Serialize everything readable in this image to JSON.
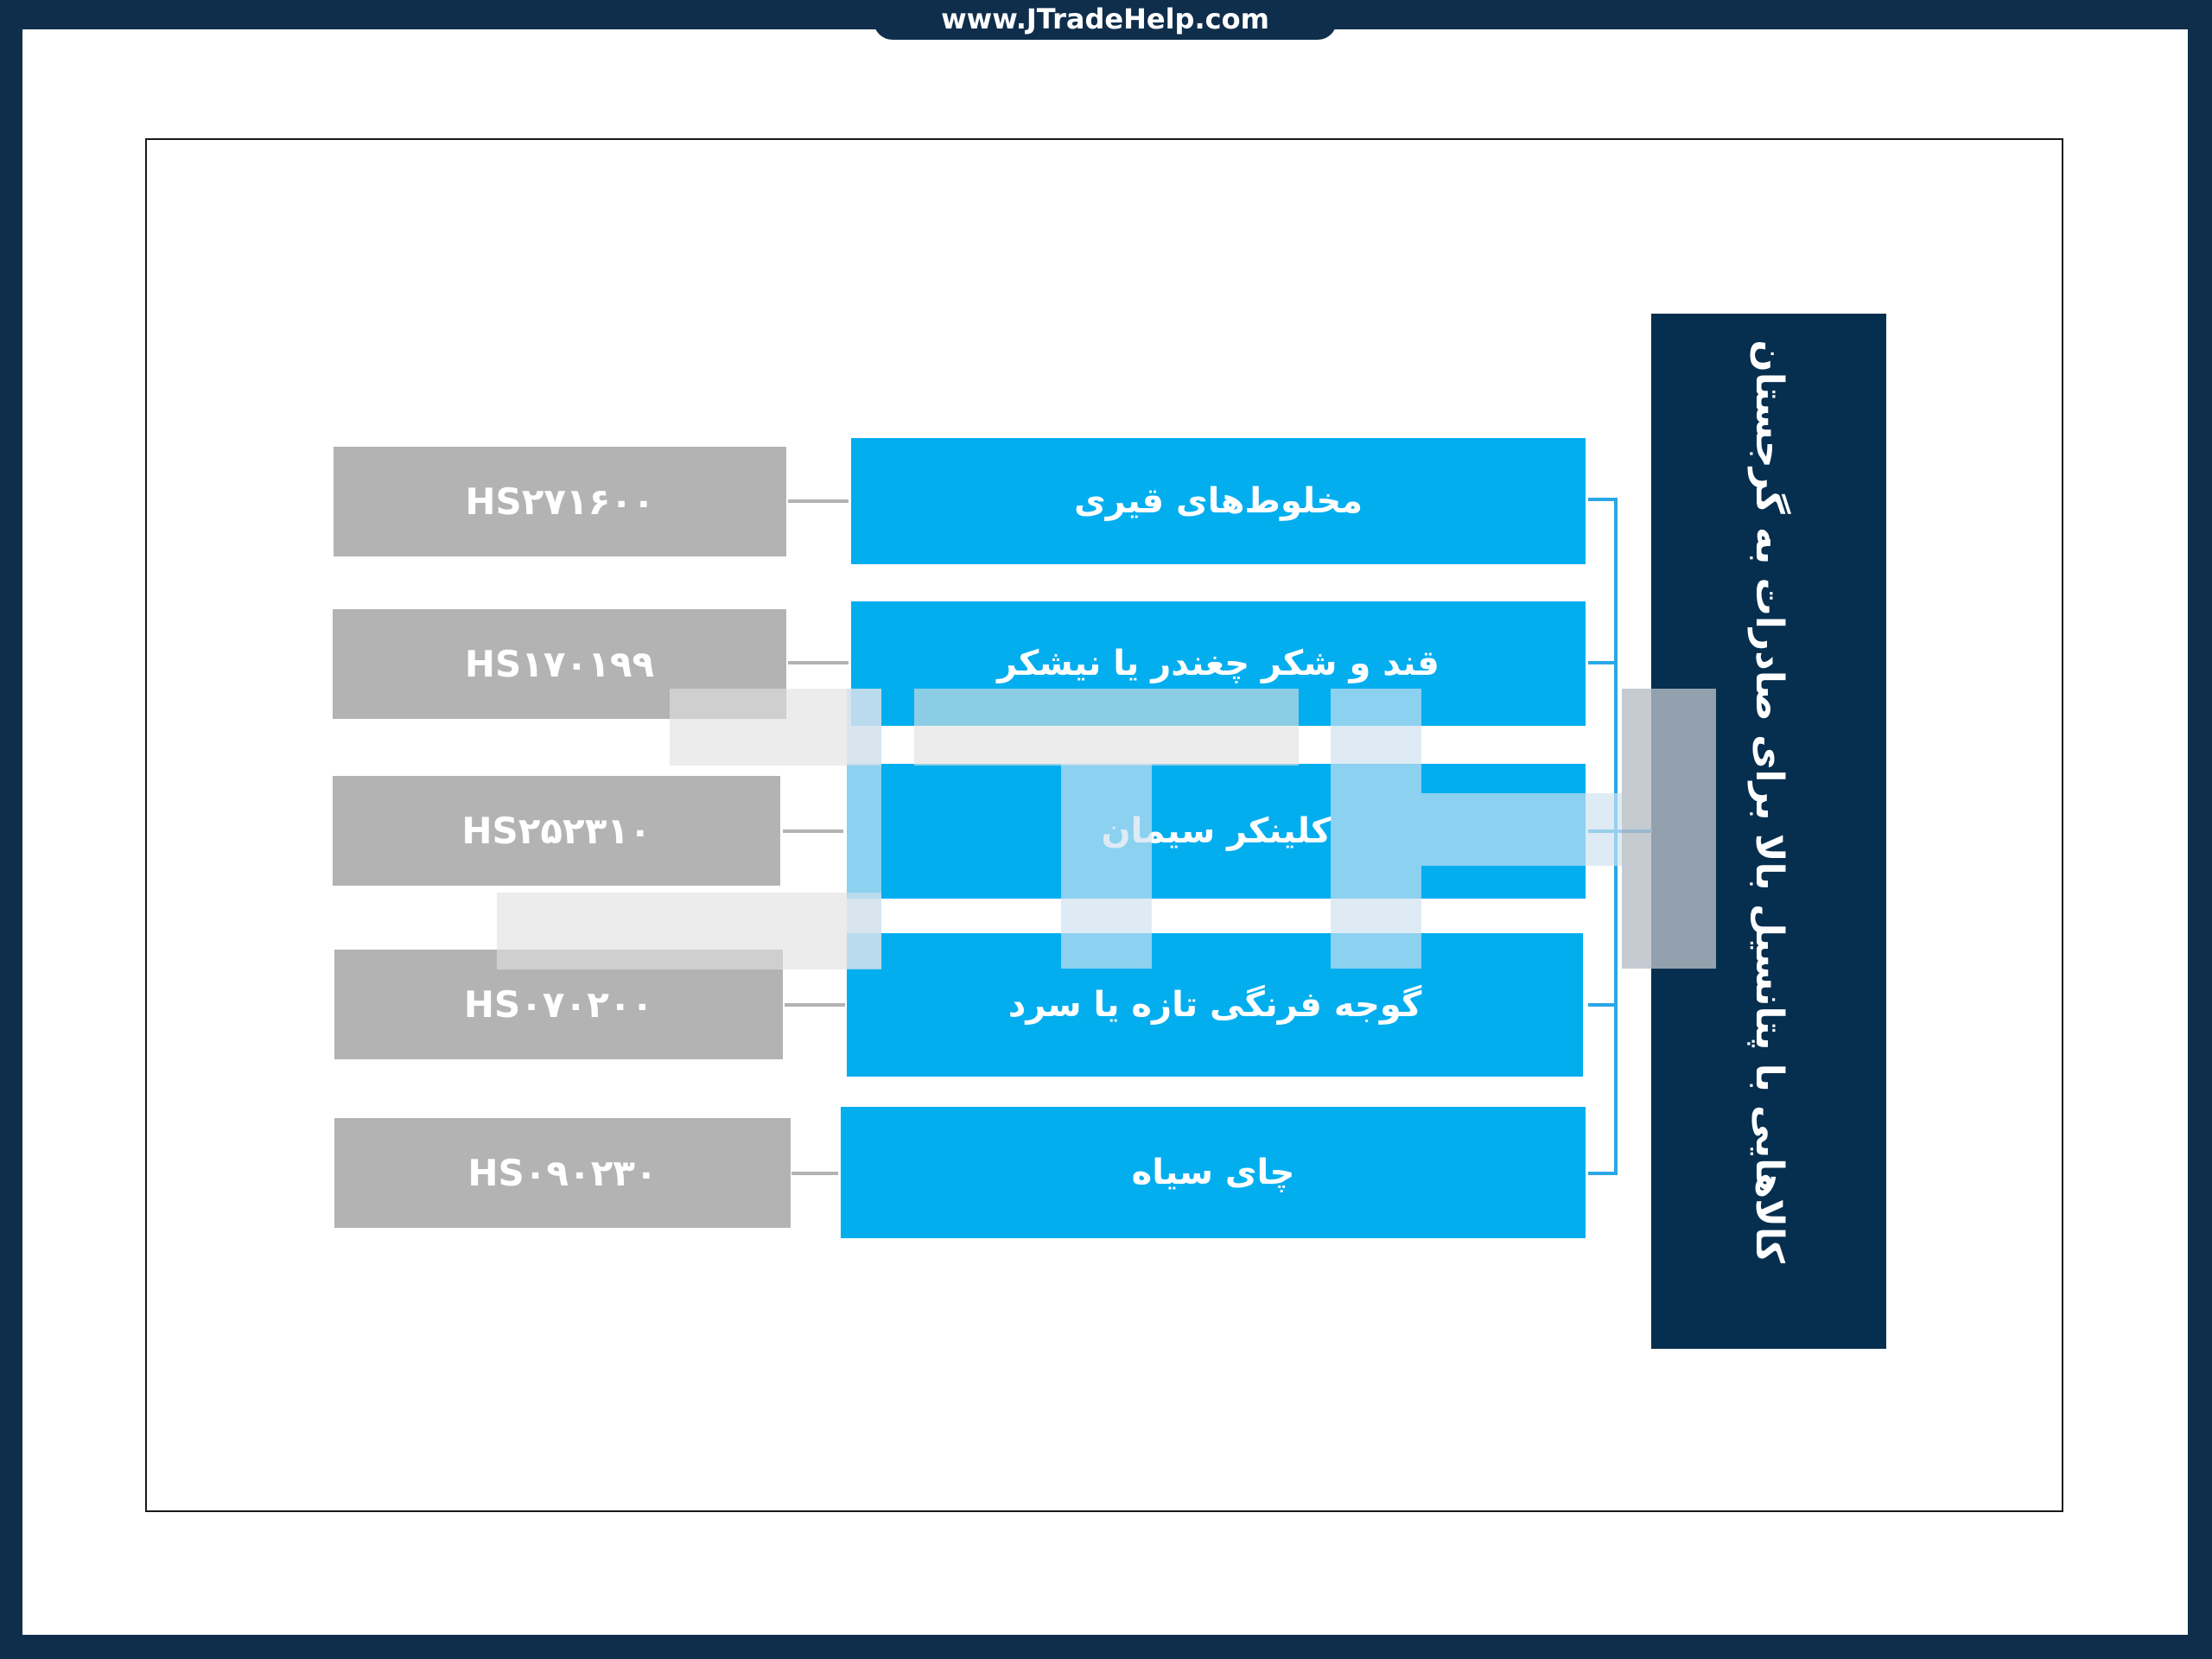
{
  "site": {
    "url": "www.JTradeHelp.com"
  },
  "diagram": {
    "title": "کالاهایی با پتانسیل بالا برای صادرات به گرجستان",
    "items": [
      {
        "product": "مخلوط‌های قیری",
        "hs_code": "HS۲۷۱۶۰۰"
      },
      {
        "product": "قند و شکر چغندر  یا نیشکر",
        "hs_code": "HS۱۷۰۱۹۹"
      },
      {
        "product": "کلینکر سیمان",
        "hs_code": "HS۲۵۲۳۱۰"
      },
      {
        "product": "گوجه فرنگی تازه یا سرد",
        "hs_code": "HS۰۷۰۲۰۰"
      },
      {
        "product": "چای سیاه",
        "hs_code": "HS۰۹۰۲۳۰"
      }
    ]
  },
  "colors": {
    "frame": "#0f2e4c",
    "title_box": "#062e4f",
    "product_box": "#03aeef",
    "code_box": "#b3b3b3",
    "bracket": "#2aa7e6"
  }
}
